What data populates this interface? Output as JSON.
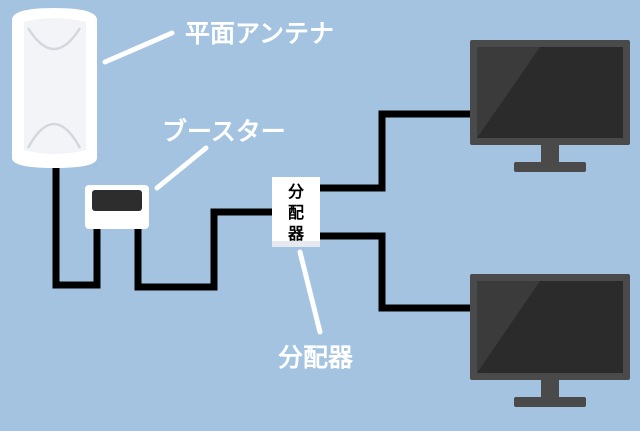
{
  "labels": {
    "antenna": "平面アンテナ",
    "booster": "ブースター",
    "splitter_box_lines": [
      "分",
      "配",
      "器"
    ],
    "splitter": "分配器"
  },
  "colors": {
    "background": "#a3c3e0",
    "cable": "#000000",
    "device": "#ffffff",
    "device_shadow": "#e6e9ee",
    "tv_frame": "#4a4a4a",
    "tv_screen": "#2b2b2b",
    "tv_glare": "#3b3b3b",
    "booster_display": "#2d2d2d",
    "label_text": "#ffffff",
    "splitter_text": "#000000"
  }
}
